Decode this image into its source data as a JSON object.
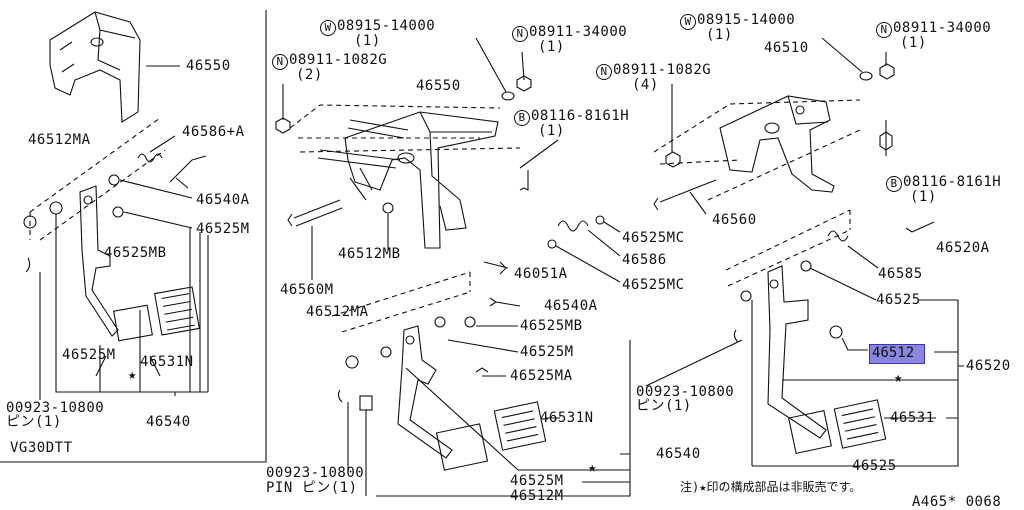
{
  "left_panel": {
    "engine_label": "VG30DTT",
    "labels": {
      "p46550": "46550",
      "p46512MA": "46512MA",
      "p46586A": "46586+A",
      "p46540A": "46540A",
      "p46525M": "46525M",
      "p46525MB": "46525MB",
      "p46525M_b": "46525M",
      "p46531N": "46531N",
      "p00923": "00923-10800",
      "pin": "ピン(1)",
      "p46540": "46540",
      "star": "★"
    }
  },
  "middle_panel": {
    "labels": {
      "w1_code": "08915-14000",
      "w1_qty": "(1)",
      "n1_code": "08911-34000",
      "n1_qty": "(1)",
      "n2_code": "08911-1082G",
      "n2_qty": "(2)",
      "p46550": "46550",
      "b1_code": "08116-8161H",
      "b1_qty": "(1)",
      "p46525MC": "46525MC",
      "p46586": "46586",
      "p46512MB": "46512MB",
      "p46051A": "46051A",
      "p46525MC_b": "46525MC",
      "p46560M": "46560M",
      "p46540A": "46540A",
      "p46512MA": "46512MA",
      "p46525MB": "46525MB",
      "p46525M": "46525M",
      "p46525MA": "46525MA",
      "p46531N": "46531N",
      "p46540": "46540",
      "p46525M_b": "46525M",
      "p46512M": "46512M",
      "p00923": "00923-10800",
      "pin": "PIN ピン(1)",
      "star": "★"
    }
  },
  "right_panel": {
    "labels": {
      "w1_code": "08915-14000",
      "w1_qty": "(1)",
      "n1_code": "08911-34000",
      "n1_qty": "(1)",
      "n2_code": "08911-1082G",
      "n2_qty": "(4)",
      "p46510": "46510",
      "b1_code": "08116-8161H",
      "b1_qty": "(1)",
      "p46560": "46560",
      "p46520A": "46520A",
      "p46585": "46585",
      "p46525": "46525",
      "p46512": "46512",
      "p46520": "46520",
      "p00923": "00923-10800",
      "pin": "ピン(1)",
      "p46531": "46531",
      "p46525_b": "46525",
      "star": "★"
    }
  },
  "symbols": {
    "W": "W",
    "N": "N",
    "B": "B"
  },
  "note": "注)★印の構成部品は非販売です。",
  "diagram_code": "A465* 0068",
  "highlight_color": "#8a86e0"
}
